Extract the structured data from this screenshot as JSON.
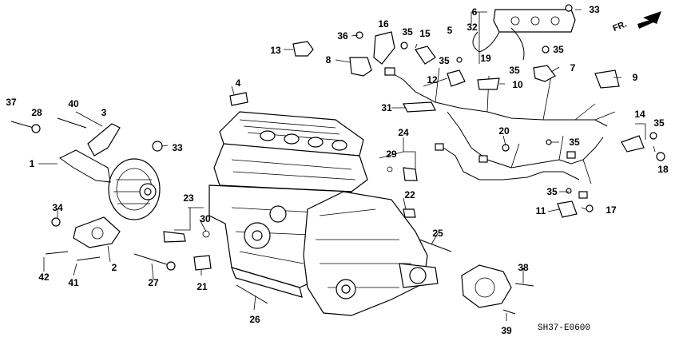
{
  "diagram": {
    "code": "SH37-E0600",
    "direction_label": "FR.",
    "callouts": [
      "1",
      "2",
      "3",
      "4",
      "5",
      "6",
      "7",
      "8",
      "9",
      "10",
      "11",
      "12",
      "13",
      "14",
      "15",
      "16",
      "17",
      "18",
      "19",
      "20",
      "21",
      "22",
      "23",
      "24",
      "25",
      "26",
      "27",
      "28",
      "29",
      "30",
      "31",
      "32",
      "33",
      "33",
      "34",
      "35",
      "35",
      "35",
      "35",
      "35",
      "35",
      "35",
      "36",
      "37",
      "38",
      "39",
      "40",
      "41",
      "42"
    ]
  }
}
